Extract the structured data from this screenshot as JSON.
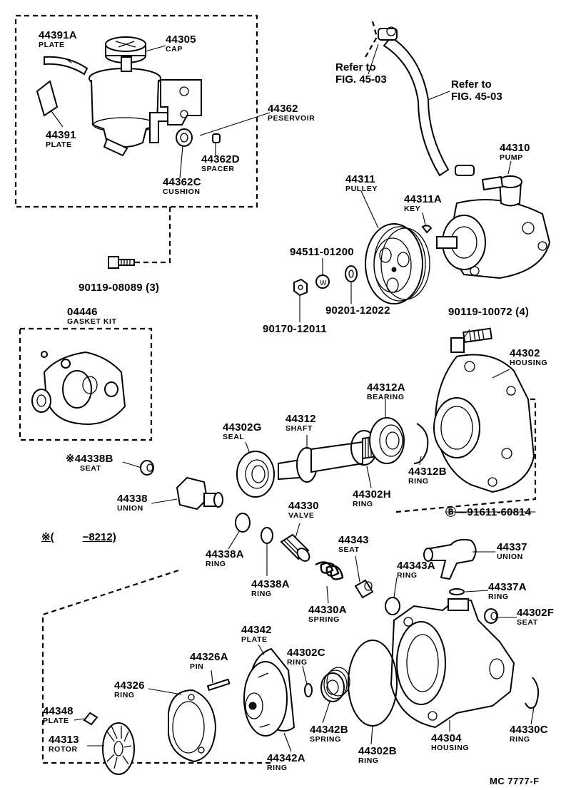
{
  "figure_code": "MC 7777-F",
  "refs": {
    "ref1": [
      "Refer to",
      "FIG. 45-03"
    ],
    "ref2": [
      "Refer to",
      "FIG. 45-03"
    ]
  },
  "note": {
    "symbol": "※(",
    "range": "−8212)"
  },
  "labels": {
    "p44391A": {
      "pn": "44391A",
      "nm": "PLATE"
    },
    "p44305": {
      "pn": "44305",
      "nm": "CAP"
    },
    "p44391": {
      "pn": "44391",
      "nm": "PLATE"
    },
    "p44362": {
      "pn": "44362",
      "nm": "PESERVOIR"
    },
    "p44362D": {
      "pn": "44362D",
      "nm": "SPACER"
    },
    "p44362C": {
      "pn": "44362C",
      "nm": "CUSHION"
    },
    "p90119_08089": {
      "pn": "90119-08089 (3)",
      "nm": ""
    },
    "p44310": {
      "pn": "44310",
      "nm": "PUMP"
    },
    "p44311": {
      "pn": "44311",
      "nm": "PULLEY"
    },
    "p44311A": {
      "pn": "44311A",
      "nm": "KEY"
    },
    "p94511": {
      "pn": "94511-01200",
      "nm": ""
    },
    "p90201": {
      "pn": "90201-12022",
      "nm": ""
    },
    "p90170": {
      "pn": "90170-12011",
      "nm": ""
    },
    "p04446": {
      "pn": "04446",
      "nm": "GASKET KIT"
    },
    "p90119_10072": {
      "pn": "90119-10072 (4)",
      "nm": ""
    },
    "p44302": {
      "pn": "44302",
      "nm": "HOUSING"
    },
    "p44312A": {
      "pn": "44312A",
      "nm": "BEARING"
    },
    "p44302G": {
      "pn": "44302G",
      "nm": "SEAL"
    },
    "p44312": {
      "pn": "44312",
      "nm": "SHAFT"
    },
    "p44338B": {
      "pn": "※44338B",
      "nm": "SEAT"
    },
    "p44312B": {
      "pn": "44312B",
      "nm": "RING"
    },
    "p44302H": {
      "pn": "44302H",
      "nm": "RING"
    },
    "p44338": {
      "pn": "44338",
      "nm": "UNION"
    },
    "p44330": {
      "pn": "44330",
      "nm": "VALVE"
    },
    "p91611": {
      "pn": "Ⓑ—91611-60814",
      "nm": ""
    },
    "p44338A1": {
      "pn": "44338A",
      "nm": "RING"
    },
    "p44338A2": {
      "pn": "44338A",
      "nm": "RING"
    },
    "p44343": {
      "pn": "44343",
      "nm": "SEAT"
    },
    "p44337": {
      "pn": "44337",
      "nm": "UNION"
    },
    "p44343A": {
      "pn": "44343A",
      "nm": "RING"
    },
    "p44337A": {
      "pn": "44337A",
      "nm": "RING"
    },
    "p44330A": {
      "pn": "44330A",
      "nm": "SPRING"
    },
    "p44302F": {
      "pn": "44302F",
      "nm": "SEAT"
    },
    "p44342": {
      "pn": "44342",
      "nm": "PLATE"
    },
    "p44326A": {
      "pn": "44326A",
      "nm": "PIN"
    },
    "p44302C": {
      "pn": "44302C",
      "nm": "RING"
    },
    "p44326": {
      "pn": "44326",
      "nm": "RING"
    },
    "p44348": {
      "pn": "44348",
      "nm": "PLATE"
    },
    "p44342B": {
      "pn": "44342B",
      "nm": "SPRING"
    },
    "p44302B": {
      "pn": "44302B",
      "nm": "RING"
    },
    "p44304": {
      "pn": "44304",
      "nm": "HOUSING"
    },
    "p44330C": {
      "pn": "44330C",
      "nm": "RING"
    },
    "p44313": {
      "pn": "44313",
      "nm": "ROTOR"
    },
    "p44342A": {
      "pn": "44342A",
      "nm": "RING"
    }
  }
}
